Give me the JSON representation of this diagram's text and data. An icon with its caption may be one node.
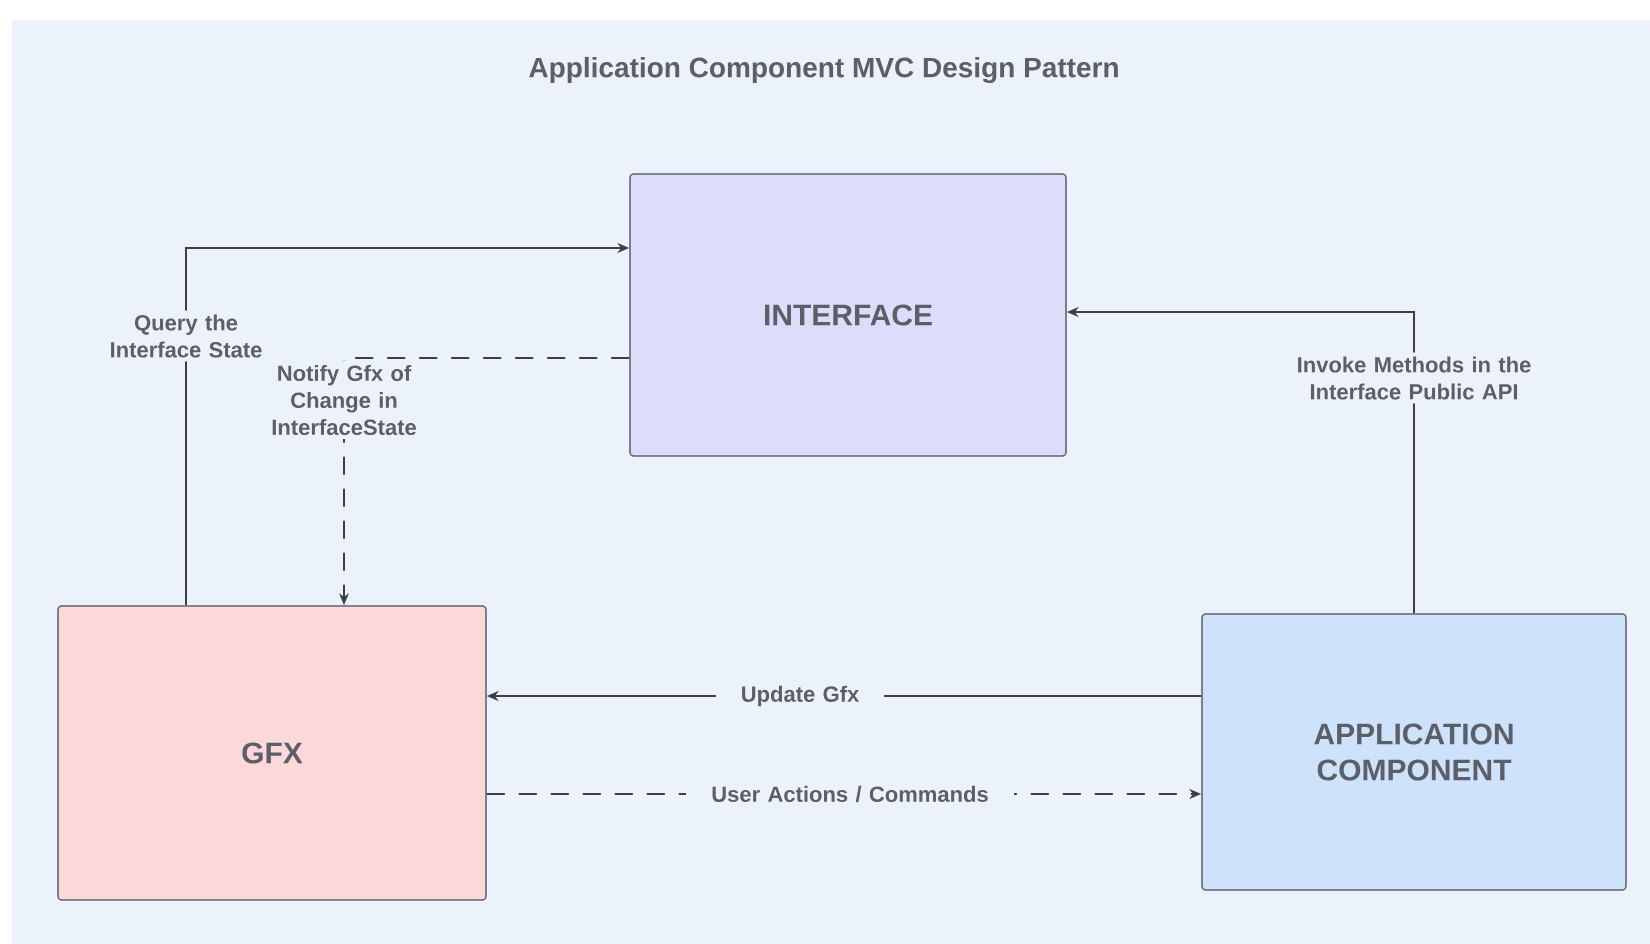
{
  "diagram": {
    "title": "Application Component MVC Design Pattern",
    "nodes": [
      {
        "text": [
          "INTERFACE"
        ]
      },
      {
        "text": [
          "GFX"
        ]
      },
      {
        "text": [
          "APPLICATION COMPONENT"
        ]
      }
    ],
    "edges": [
      {
        "from": 1,
        "to": 0,
        "arrow": "to",
        "label": "Query the Interface State"
      },
      {
        "from": 0,
        "to": 1,
        "arrow": "to",
        "style": "dashed",
        "label": "Notify Gfx of Change in InterfaceState"
      },
      {
        "from": 2,
        "to": 0,
        "arrow": "to",
        "label": "Invoke Methods in the Interface Public API"
      },
      {
        "from": 2,
        "to": 1,
        "arrow": "to",
        "label": "Update Gfx"
      },
      {
        "from": 1,
        "to": 2,
        "arrow": "to",
        "style": "dashed",
        "label": "User Actions / Commands"
      }
    ]
  }
}
